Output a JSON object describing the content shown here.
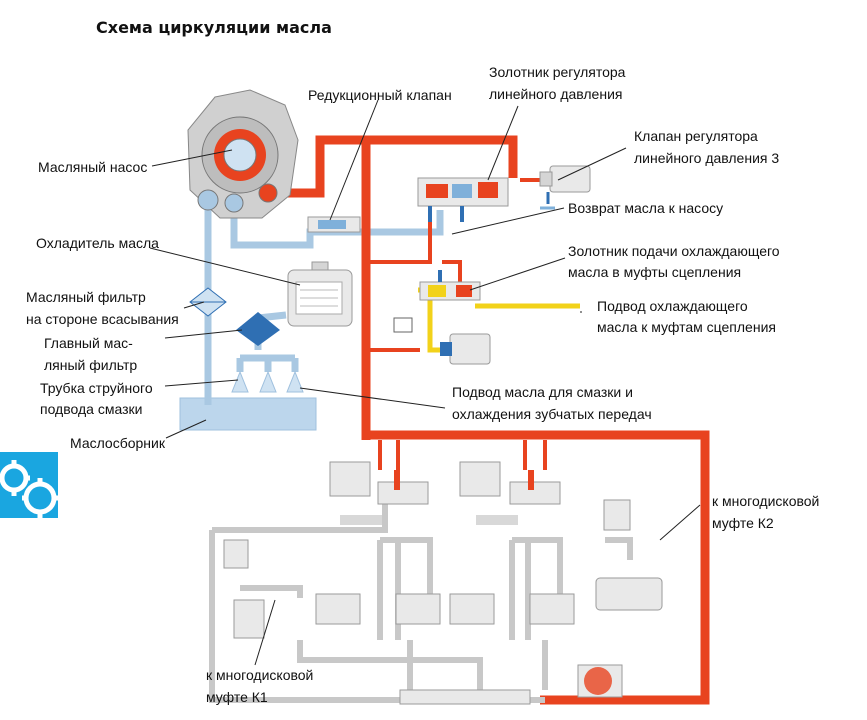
{
  "title": "Схема циркуляции масла",
  "labels": {
    "oil_pump": "Масляный насос",
    "reducing_valve": "Редукционный клапан",
    "spool_line_1": "Золотник регулятора",
    "spool_line_2": "линейного давления",
    "line_valve_1": "Клапан регулятора",
    "line_valve_2": "линейного давления 3",
    "return_to_pump": "Возврат масла к насосу",
    "oil_cooler": "Охладитель масла",
    "cooling_spool_1": "Золотник подачи охлаждающего",
    "cooling_spool_2": "масла в муфты сцепления",
    "suction_filter_1": "Масляный фильтр",
    "suction_filter_2": "на стороне всасывания",
    "cooling_supply_1": "Подвод охлаждающего",
    "cooling_supply_2": "масла к муфтам сцепления",
    "main_filter_1": "Главный мас-",
    "main_filter_2": "ляный фильтр",
    "spray_tube_1": "Трубка струйного",
    "spray_tube_2": "подвода смазки",
    "gear_supply_1": "Подвод масла для смазки и",
    "gear_supply_2": "охлаждения зубчатых передач",
    "sump": "Маслосборник",
    "k2_1": "к многодисковой",
    "k2_2": "муфте К2",
    "k1_1": "к многодисковой",
    "k1_2": "муфте К1"
  },
  "colors": {
    "pressure_line": "#e8431f",
    "suction_line": "#a9c8e2",
    "cooling_line": "#f2d21a",
    "inactive_line": "#c8c8c8",
    "filter": "#2f6fb3",
    "side_logo": "#1aa6e0"
  },
  "icons": [
    "gear-logo-icon"
  ]
}
